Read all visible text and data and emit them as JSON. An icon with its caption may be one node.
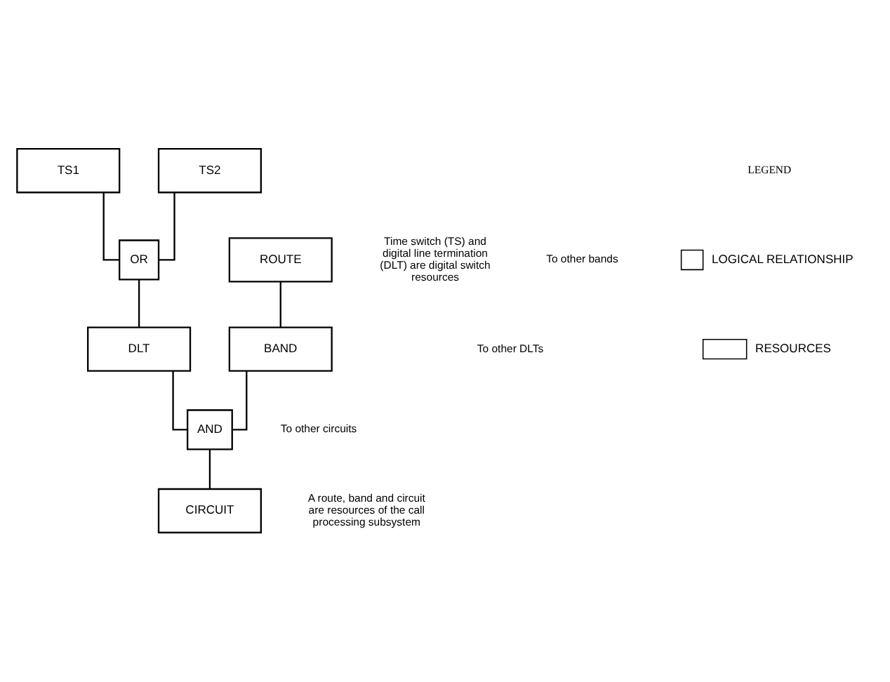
{
  "diagram": {
    "nodes": [
      {
        "text": [
          "TS1"
        ]
      },
      {
        "text": [
          "TS2"
        ]
      },
      {
        "text": [
          "OR"
        ]
      },
      {
        "text": [
          "DLT"
        ]
      },
      {
        "text": [
          "ROUTE"
        ]
      },
      {
        "text": [
          "BAND"
        ]
      },
      {
        "text": [
          "AND"
        ]
      },
      {
        "text": [
          "CIRCUIT"
        ]
      }
    ],
    "edges": [
      {
        "from": 0,
        "to": 2,
        "arrow": "none"
      },
      {
        "from": 1,
        "to": 2,
        "arrow": "none"
      },
      {
        "from": 2,
        "to": 3,
        "arrow": "none"
      },
      {
        "from": 4,
        "to": 5,
        "arrow": "none"
      },
      {
        "from": 3,
        "to": 6,
        "arrow": "none"
      },
      {
        "from": 5,
        "to": 6,
        "arrow": "none"
      },
      {
        "from": 6,
        "to": 7,
        "arrow": "none"
      }
    ],
    "labels": [
      "Time switch (TS) and digital line termination (DLT) are digital switch resources",
      "To other bands",
      "To other DLTs",
      "To other circuits",
      "LEGEND",
      "A route, band and circuit are resources of the call processing subsystem"
    ],
    "legend": [
      {
        "text": "LOGICAL RELATIONSHIP"
      },
      {
        "text": "RESOURCES"
      }
    ]
  }
}
